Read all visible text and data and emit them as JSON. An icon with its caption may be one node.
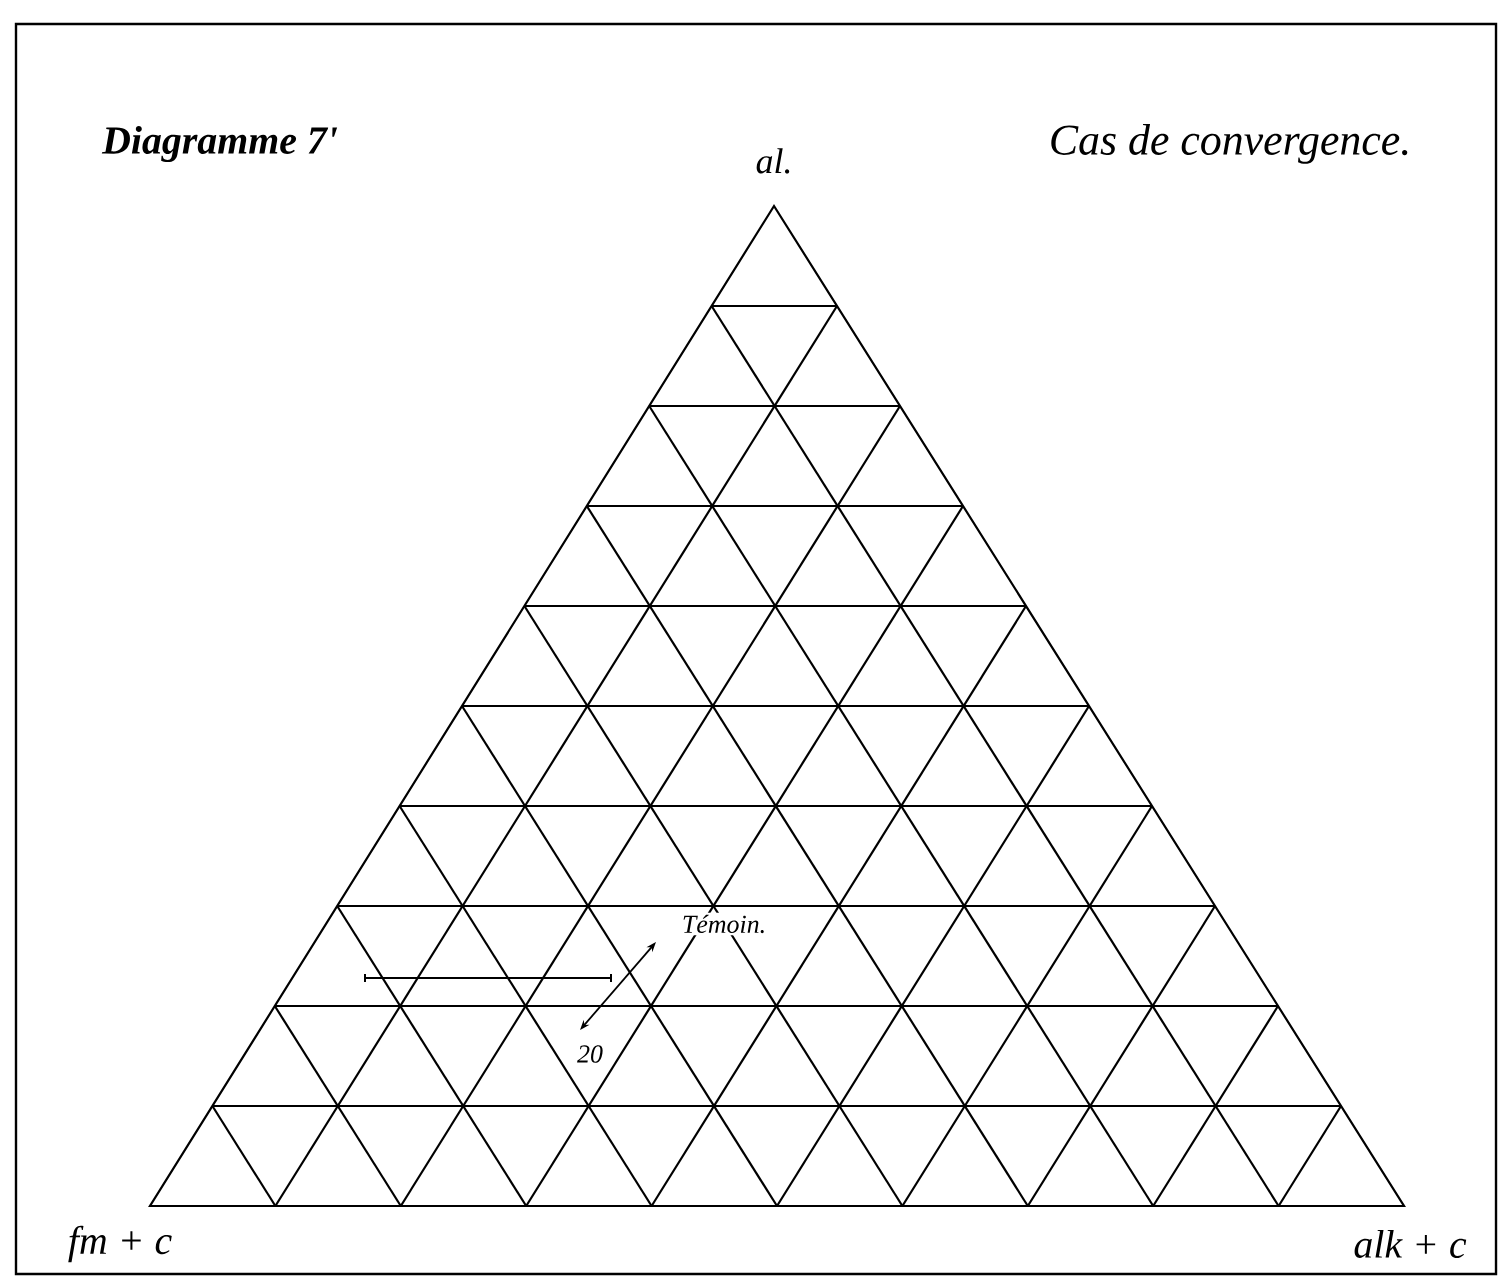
{
  "diagram": {
    "title": "Diagramme 7'",
    "labels": [
      "al.",
      "Cas de convergence.",
      "Témoin.",
      "20",
      "fm + c",
      "alk + c"
    ]
  }
}
